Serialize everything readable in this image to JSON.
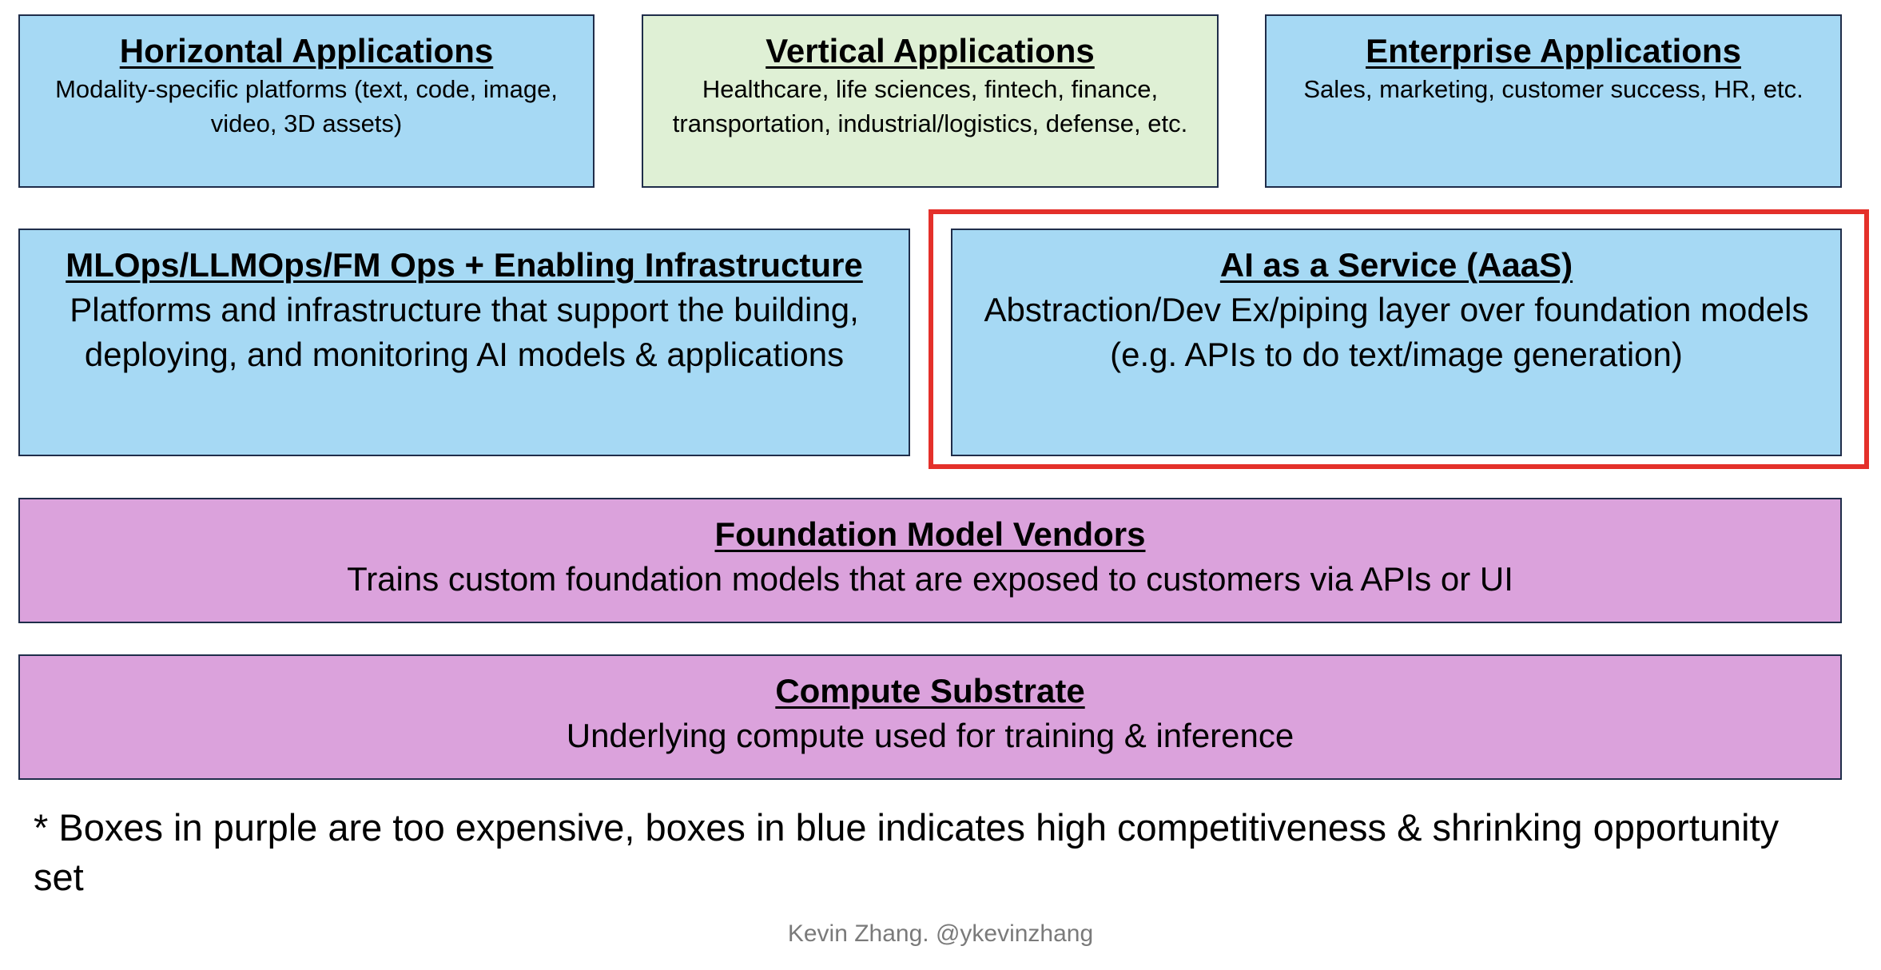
{
  "top_row": [
    {
      "id": "horizontal",
      "title": "Horizontal Applications",
      "description": "Modality-specific platforms (text, code, image, video, 3D assets)",
      "color": "#a6d9f4"
    },
    {
      "id": "vertical",
      "title": "Vertical Applications",
      "description": "Healthcare, life sciences, fintech, finance, transportation, industrial/logistics, defense, etc.",
      "color": "#dff0d5"
    },
    {
      "id": "enterprise",
      "title": "Enterprise Applications",
      "description": "Sales, marketing, customer success, HR, etc.",
      "color": "#a6d9f4"
    }
  ],
  "middle_row": [
    {
      "id": "mlops",
      "title": "MLOps/LLMOps/FM Ops + Enabling Infrastructure",
      "description": "Platforms and infrastructure that support the building, deploying, and monitoring AI models & applications",
      "color": "#a6d9f4"
    },
    {
      "id": "aaas",
      "title": "AI as a Service (AaaS)",
      "description": "Abstraction/Dev Ex/piping layer over foundation models (e.g. APIs to do text/image generation)",
      "color": "#a6d9f4",
      "highlighted": true,
      "highlight_color": "#e4302a"
    }
  ],
  "foundation": {
    "title": "Foundation Model Vendors",
    "description": "Trains custom foundation models that are exposed to customers via APIs or UI",
    "color": "#dba2dc"
  },
  "compute": {
    "title": "Compute Substrate",
    "description": "Underlying compute used for training & inference",
    "color": "#dba2dc"
  },
  "footnote": "* Boxes in purple are too expensive, boxes in blue indicates high competitiveness & shrinking opportunity set",
  "credit": "Kevin Zhang. @ykevinzhang"
}
